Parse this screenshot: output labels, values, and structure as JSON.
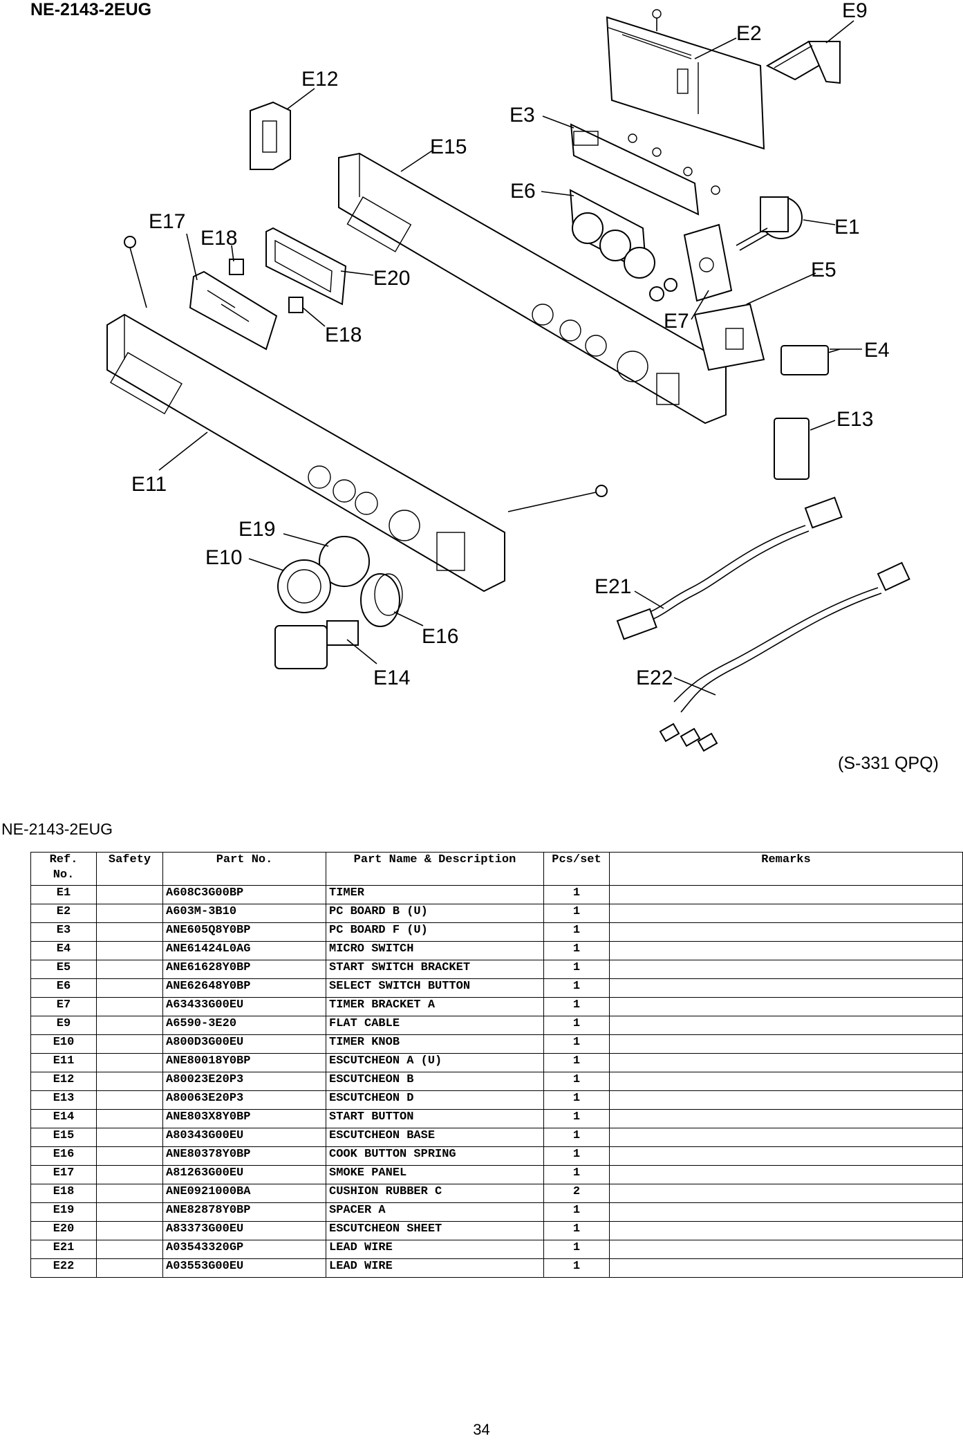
{
  "doc": {
    "title": "NE-2143-2EUG",
    "scale_ref": "(S-331 QPQ)",
    "model_label": "NE-2143-2EUG",
    "page_number": "34"
  },
  "diagram": {
    "callouts": {
      "E1": "E1",
      "E2": "E2",
      "E3": "E3",
      "E4": "E4",
      "E5": "E5",
      "E6": "E6",
      "E7": "E7",
      "E9": "E9",
      "E10": "E10",
      "E11": "E11",
      "E12": "E12",
      "E13": "E13",
      "E14": "E14",
      "E15": "E15",
      "E16": "E16",
      "E17": "E17",
      "E18a": "E18",
      "E18b": "E18",
      "E19": "E19",
      "E20": "E20",
      "E21": "E21",
      "E22": "E22"
    }
  },
  "table": {
    "headers": {
      "ref_line1": "Ref.",
      "ref_line2": "No.",
      "safety": "Safety",
      "part_no": "Part No.",
      "description": "Part Name & Description",
      "pcs": "Pcs/set",
      "remarks": "Remarks"
    },
    "rows": [
      {
        "ref": "E1",
        "safety": "",
        "part_no": "A608C3G00BP",
        "description": "TIMER",
        "pcs": "1",
        "remarks": ""
      },
      {
        "ref": "E2",
        "safety": "",
        "part_no": "A603M-3B10",
        "description": "PC BOARD B (U)",
        "pcs": "1",
        "remarks": ""
      },
      {
        "ref": "E3",
        "safety": "",
        "part_no": "ANE605Q8Y0BP",
        "description": "PC BOARD F (U)",
        "pcs": "1",
        "remarks": ""
      },
      {
        "ref": "E4",
        "safety": "",
        "part_no": "ANE61424L0AG",
        "description": "MICRO SWITCH",
        "pcs": "1",
        "remarks": ""
      },
      {
        "ref": "E5",
        "safety": "",
        "part_no": "ANE61628Y0BP",
        "description": "START SWITCH BRACKET",
        "pcs": "1",
        "remarks": ""
      },
      {
        "ref": "E6",
        "safety": "",
        "part_no": "ANE62648Y0BP",
        "description": "SELECT SWITCH BUTTON",
        "pcs": "1",
        "remarks": ""
      },
      {
        "ref": "E7",
        "safety": "",
        "part_no": "A63433G00EU",
        "description": "TIMER BRACKET A",
        "pcs": "1",
        "remarks": ""
      },
      {
        "ref": "E9",
        "safety": "",
        "part_no": "A6590-3E20",
        "description": "FLAT CABLE",
        "pcs": "1",
        "remarks": ""
      },
      {
        "ref": "E10",
        "safety": "",
        "part_no": "A800D3G00EU",
        "description": "TIMER KNOB",
        "pcs": "1",
        "remarks": ""
      },
      {
        "ref": "E11",
        "safety": "",
        "part_no": "ANE80018Y0BP",
        "description": "ESCUTCHEON A (U)",
        "pcs": "1",
        "remarks": ""
      },
      {
        "ref": "E12",
        "safety": "",
        "part_no": "A80023E20P3",
        "description": "ESCUTCHEON B",
        "pcs": "1",
        "remarks": ""
      },
      {
        "ref": "E13",
        "safety": "",
        "part_no": "A80063E20P3",
        "description": "ESCUTCHEON D",
        "pcs": "1",
        "remarks": ""
      },
      {
        "ref": "E14",
        "safety": "",
        "part_no": "ANE803X8Y0BP",
        "description": "START BUTTON",
        "pcs": "1",
        "remarks": ""
      },
      {
        "ref": "E15",
        "safety": "",
        "part_no": "A80343G00EU",
        "description": "ESCUTCHEON BASE",
        "pcs": "1",
        "remarks": ""
      },
      {
        "ref": "E16",
        "safety": "",
        "part_no": "ANE80378Y0BP",
        "description": "COOK BUTTON SPRING",
        "pcs": "1",
        "remarks": ""
      },
      {
        "ref": "E17",
        "safety": "",
        "part_no": "A81263G00EU",
        "description": "SMOKE PANEL",
        "pcs": "1",
        "remarks": ""
      },
      {
        "ref": "E18",
        "safety": "",
        "part_no": "ANE0921000BA",
        "description": "CUSHION RUBBER C",
        "pcs": "2",
        "remarks": ""
      },
      {
        "ref": "E19",
        "safety": "",
        "part_no": "ANE82878Y0BP",
        "description": "SPACER A",
        "pcs": "1",
        "remarks": ""
      },
      {
        "ref": "E20",
        "safety": "",
        "part_no": "A83373G00EU",
        "description": "ESCUTCHEON SHEET",
        "pcs": "1",
        "remarks": ""
      },
      {
        "ref": "E21",
        "safety": "",
        "part_no": "A03543320GP",
        "description": "LEAD WIRE",
        "pcs": "1",
        "remarks": ""
      },
      {
        "ref": "E22",
        "safety": "",
        "part_no": "A03553G00EU",
        "description": "LEAD WIRE",
        "pcs": "1",
        "remarks": ""
      }
    ]
  }
}
